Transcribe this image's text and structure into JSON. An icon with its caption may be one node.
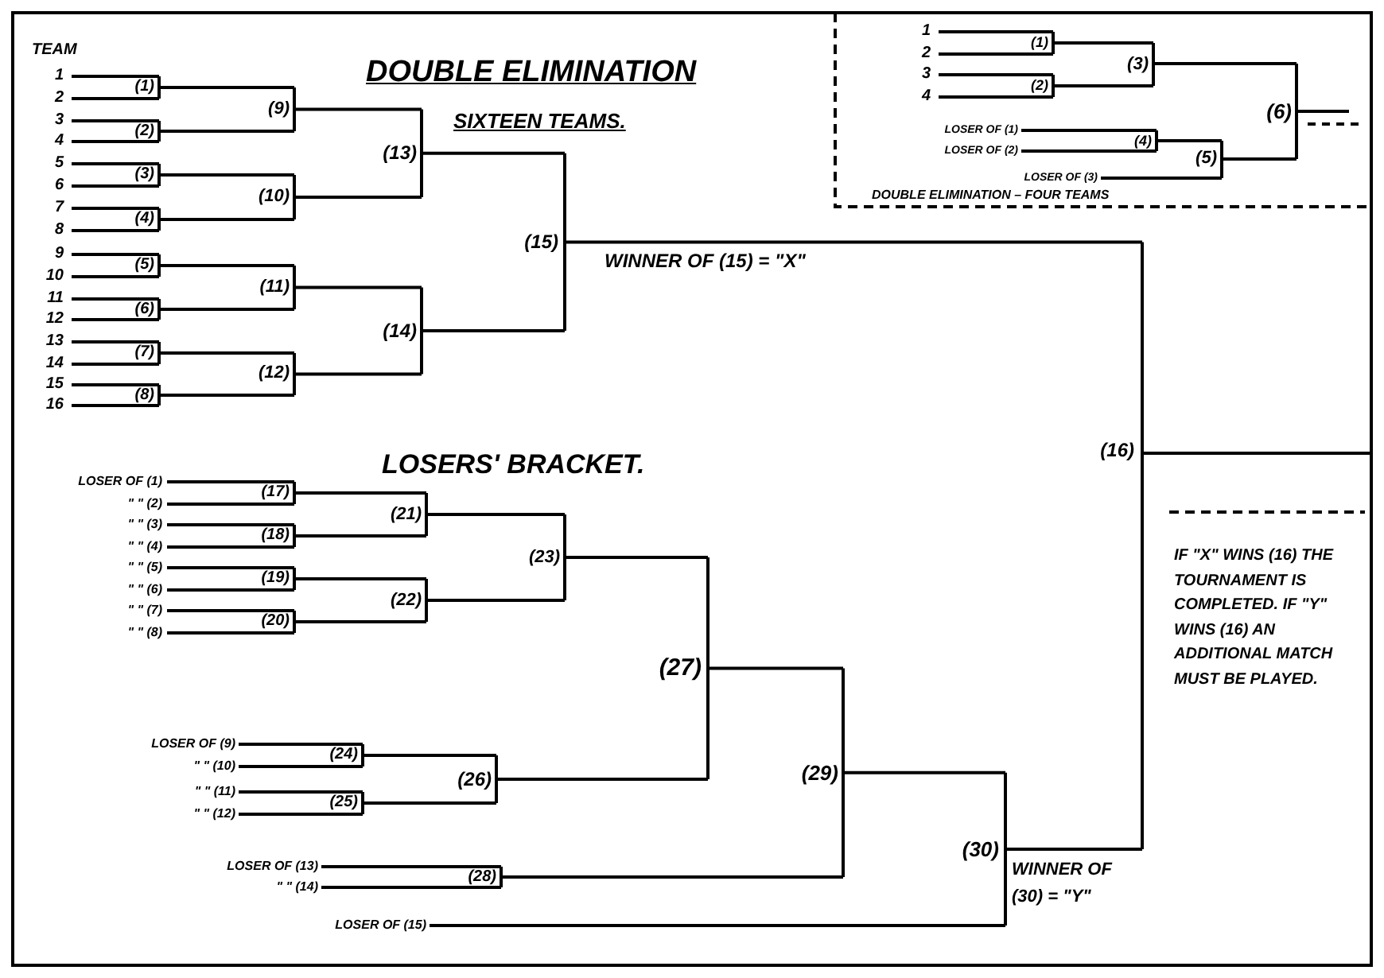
{
  "diagram": {
    "title": "DOUBLE ELIMINATION",
    "labels": [
      "SIXTEEN TEAMS.",
      "TEAM",
      "1",
      "2",
      "3",
      "4",
      "5",
      "6",
      "7",
      "8",
      "9",
      "10",
      "11",
      "12",
      "13",
      "14",
      "15",
      "16",
      "(1)",
      "(2)",
      "(3)",
      "(4)",
      "(5)",
      "(6)",
      "(7)",
      "(8)",
      "(9)",
      "(10)",
      "(11)",
      "(12)",
      "(13)",
      "(14)",
      "(15)",
      "WINNER OF (15) = \"X\"",
      "(16)",
      "1",
      "2",
      "3",
      "4",
      "(1)",
      "(2)",
      "(3)",
      "LOSER OF (1)",
      "LOSER OF (2)",
      "(4)",
      "LOSER OF (3)",
      "(5)",
      "(6)",
      "DOUBLE ELIMINATION – FOUR TEAMS",
      "LOSERS' BRACKET.",
      "LOSER OF (1)",
      "\" \" (2)",
      "\" \" (3)",
      "\" \" (4)",
      "\" \" (5)",
      "\" \" (6)",
      "\" \" (7)",
      "\" \" (8)",
      "(17)",
      "(18)",
      "(19)",
      "(20)",
      "(21)",
      "(22)",
      "(23)",
      "(27)",
      "LOSER OF (9)",
      "\" \" (10)",
      "\" \" (11)",
      "\" \" (12)",
      "(24)",
      "(25)",
      "(26)",
      "(29)",
      "LOSER OF (13)",
      "\" \" (14)",
      "(28)",
      "LOSER OF (15)",
      "(30)",
      "WINNER OF (30) = \"Y\"",
      "IF \"X\" WINS (16) THE TOURNAMENT IS COMPLETED. IF \"Y\" WINS (16) AN ADDITIONAL MATCH MUST BE PLAYED."
    ]
  }
}
